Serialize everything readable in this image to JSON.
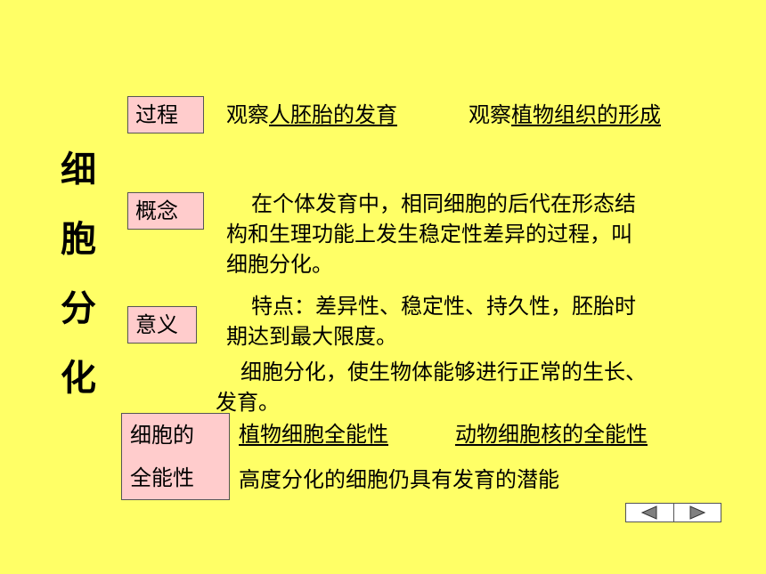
{
  "title_chars": [
    "细",
    "胞",
    "分",
    "化"
  ],
  "process": {
    "label": "过程",
    "prefix1": "观察",
    "link1": "人胚胎的发育",
    "prefix2": "观察",
    "link2": "植物组织的形成"
  },
  "concept": {
    "label": "概念",
    "line1": "在个体发育中，相同细胞的后代在形态结",
    "line2": "构和生理功能上发生稳定性差异的过程，叫",
    "line3": "细胞分化。"
  },
  "significance": {
    "label": "意义",
    "features_line1": "特点：差异性、稳定性、持久性，胚胎时",
    "features_line2": "期达到最大限度。",
    "meaning_line1": "细胞分化，使生物体能够进行正常的生长、",
    "meaning_line2": "发育。"
  },
  "totipotency": {
    "label_line1": "细胞的",
    "label_line2": "全能性",
    "link1": "植物细胞全能性",
    "link2": "动物细胞核的全能性",
    "description": "高度分化的细胞仍具有发育的潜能"
  },
  "nav": {
    "prev_icon": "triangle-left-icon",
    "next_icon": "triangle-right-icon"
  },
  "colors": {
    "background": "#ffff66",
    "label_box": "#ffcccc",
    "nav_arrow": "#808080"
  }
}
